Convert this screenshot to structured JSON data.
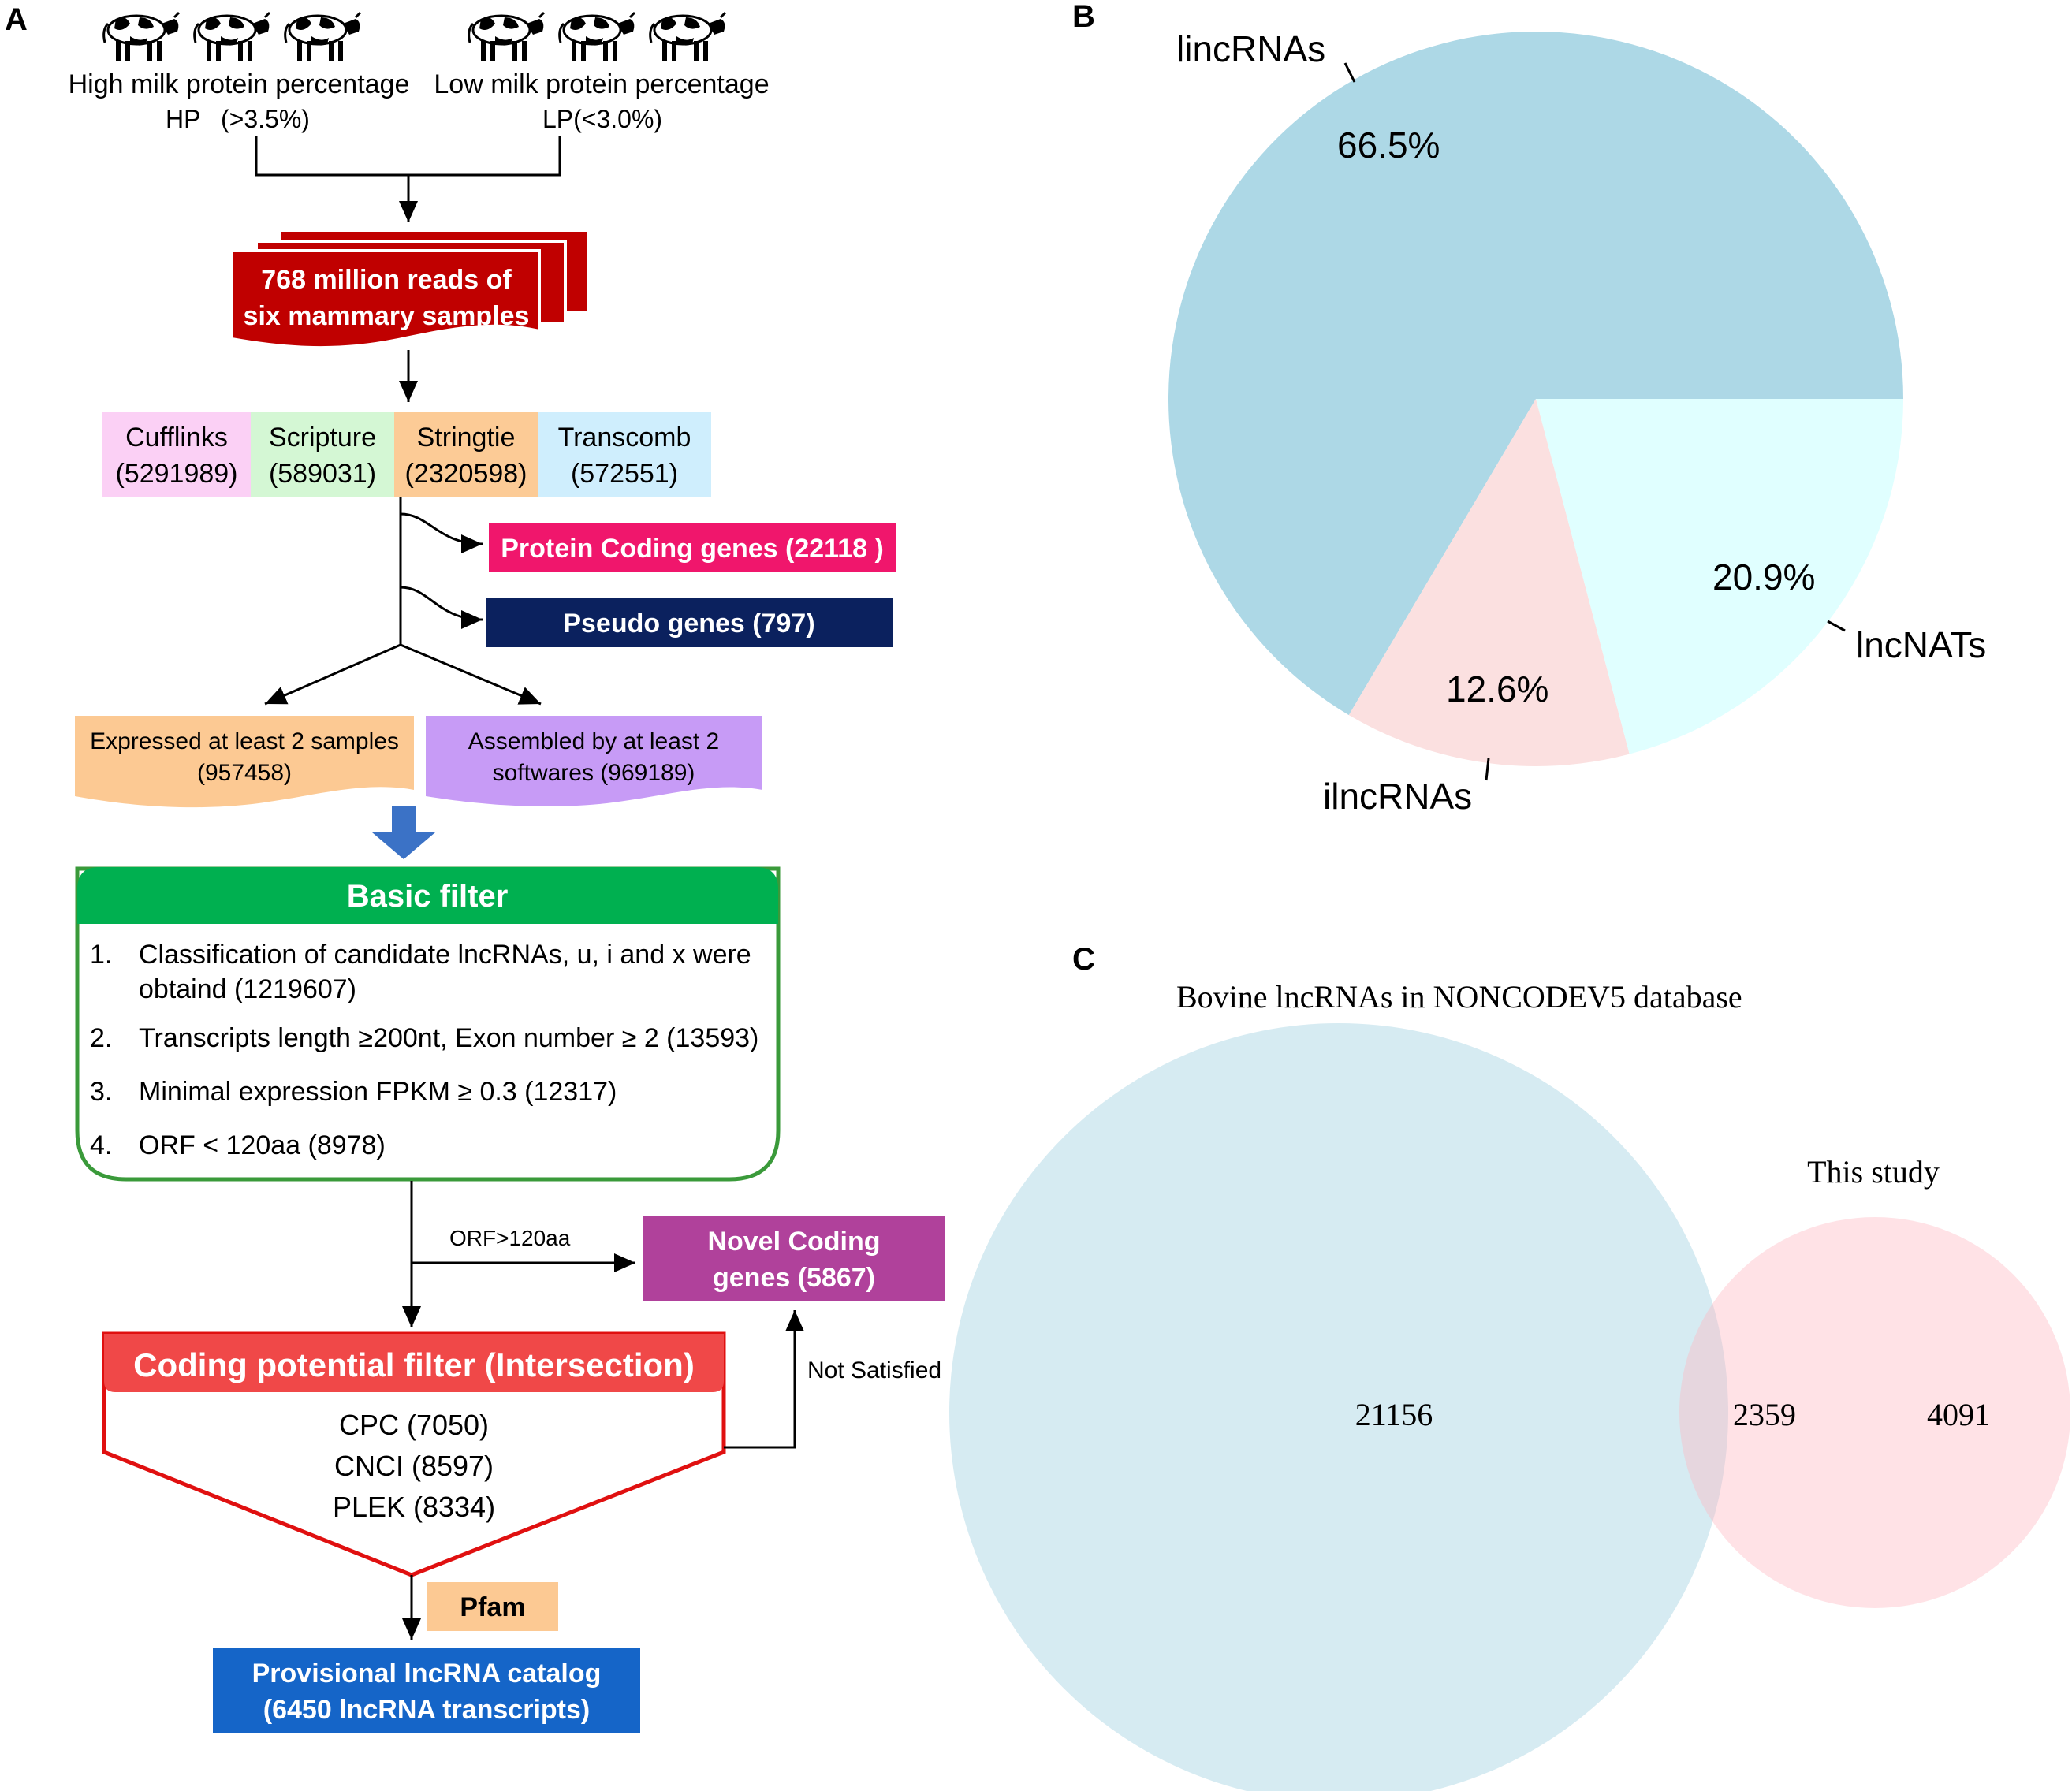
{
  "panel_labels": {
    "a": "A",
    "b": "B",
    "c": "C"
  },
  "groups": {
    "high": {
      "label": "High milk protein percentage",
      "code": "HP",
      "threshold": "(>3.5%)"
    },
    "low": {
      "label": "Low milk protein percentage",
      "code": "LP(<3.0%)"
    }
  },
  "reads_box": {
    "line1": "768 million reads of",
    "line2": "six mammary samples"
  },
  "assemblers": [
    {
      "name": "Cufflinks",
      "count": "(5291989)",
      "color": "#fbd0f5"
    },
    {
      "name": "Scripture",
      "count": "(589031)",
      "color": "#d4f7d4"
    },
    {
      "name": "Stringtie",
      "count": "(2320598)",
      "color": "#fccb96"
    },
    {
      "name": "Transcomb",
      "count": "(572551)",
      "color": "#cfeefd"
    }
  ],
  "protein_coding": "Protein Coding genes (22118 )",
  "pseudo_genes": "Pseudo genes (797)",
  "expressed": {
    "line1": "Expressed at least 2 samples",
    "line2": "(957458)"
  },
  "assembled": {
    "line1": "Assembled by at least 2",
    "line2": "softwares (969189)"
  },
  "basic_filter": {
    "title": "Basic filter",
    "items": [
      {
        "num": "1.",
        "line1": "Classification of candidate lncRNAs, u, i and x were",
        "line2": "obtaind (1219607)"
      },
      {
        "num": "2.",
        "line1": "Transcripts length ≥200nt, Exon number ≥ 2 (13593)"
      },
      {
        "num": "3.",
        "line1": "Minimal expression FPKM ≥ 0.3 (12317)"
      },
      {
        "num": "4.",
        "line1": "ORF < 120aa (8978)"
      }
    ]
  },
  "orf_label": "ORF>120aa",
  "novel_coding": {
    "line1": "Novel Coding",
    "line2": "genes (5867)"
  },
  "not_satisfied": "Not Satisfied",
  "coding_filter": {
    "title": "Coding potential filter (Intersection)",
    "items": [
      "CPC (7050)",
      "CNCI (8597)",
      "PLEK (8334)"
    ]
  },
  "pfam": "Pfam",
  "catalog": {
    "line1": "Provisional lncRNA catalog",
    "line2": "(6450 lncRNA transcripts)"
  },
  "colors": {
    "reads_red": "#c00000",
    "protein_pink": "#f0166c",
    "pseudo_navy": "#0b215e",
    "peach": "#fcc993",
    "lavender": "#c79bf6",
    "down_arrow_blue": "#3b72c6",
    "basic_green": "#00b050",
    "basic_border": "#3a9a3a",
    "novel_purple": "#b0419b",
    "coding_red": "#f04848",
    "catalog_blue": "#1565c8"
  },
  "chart_data": [
    {
      "type": "pie",
      "panel": "B",
      "slices": [
        {
          "label": "lincRNAs",
          "percent_label": "66.5%",
          "value": 66.5,
          "color": "#add8e6"
        },
        {
          "label": "ilncRNAs",
          "percent_label": "12.6%",
          "value": 12.6,
          "color": "#fbe0e0"
        },
        {
          "label": "lncNATs",
          "percent_label": "20.9%",
          "value": 20.9,
          "color": "#e0ffff"
        }
      ]
    },
    {
      "type": "venn",
      "panel": "C",
      "title": "Bovine lncRNAs in NONCODEV5 database",
      "sets": [
        {
          "name": "Bovine lncRNAs in NONCODEV5 database",
          "only": 21156,
          "color": "#add8e6"
        },
        {
          "name": "This study",
          "only": 4091,
          "color": "#ffb6c1"
        }
      ],
      "overlap": 2359,
      "labels": {
        "set_b": "This study",
        "left": "21156",
        "middle": "2359",
        "right": "4091"
      }
    }
  ]
}
